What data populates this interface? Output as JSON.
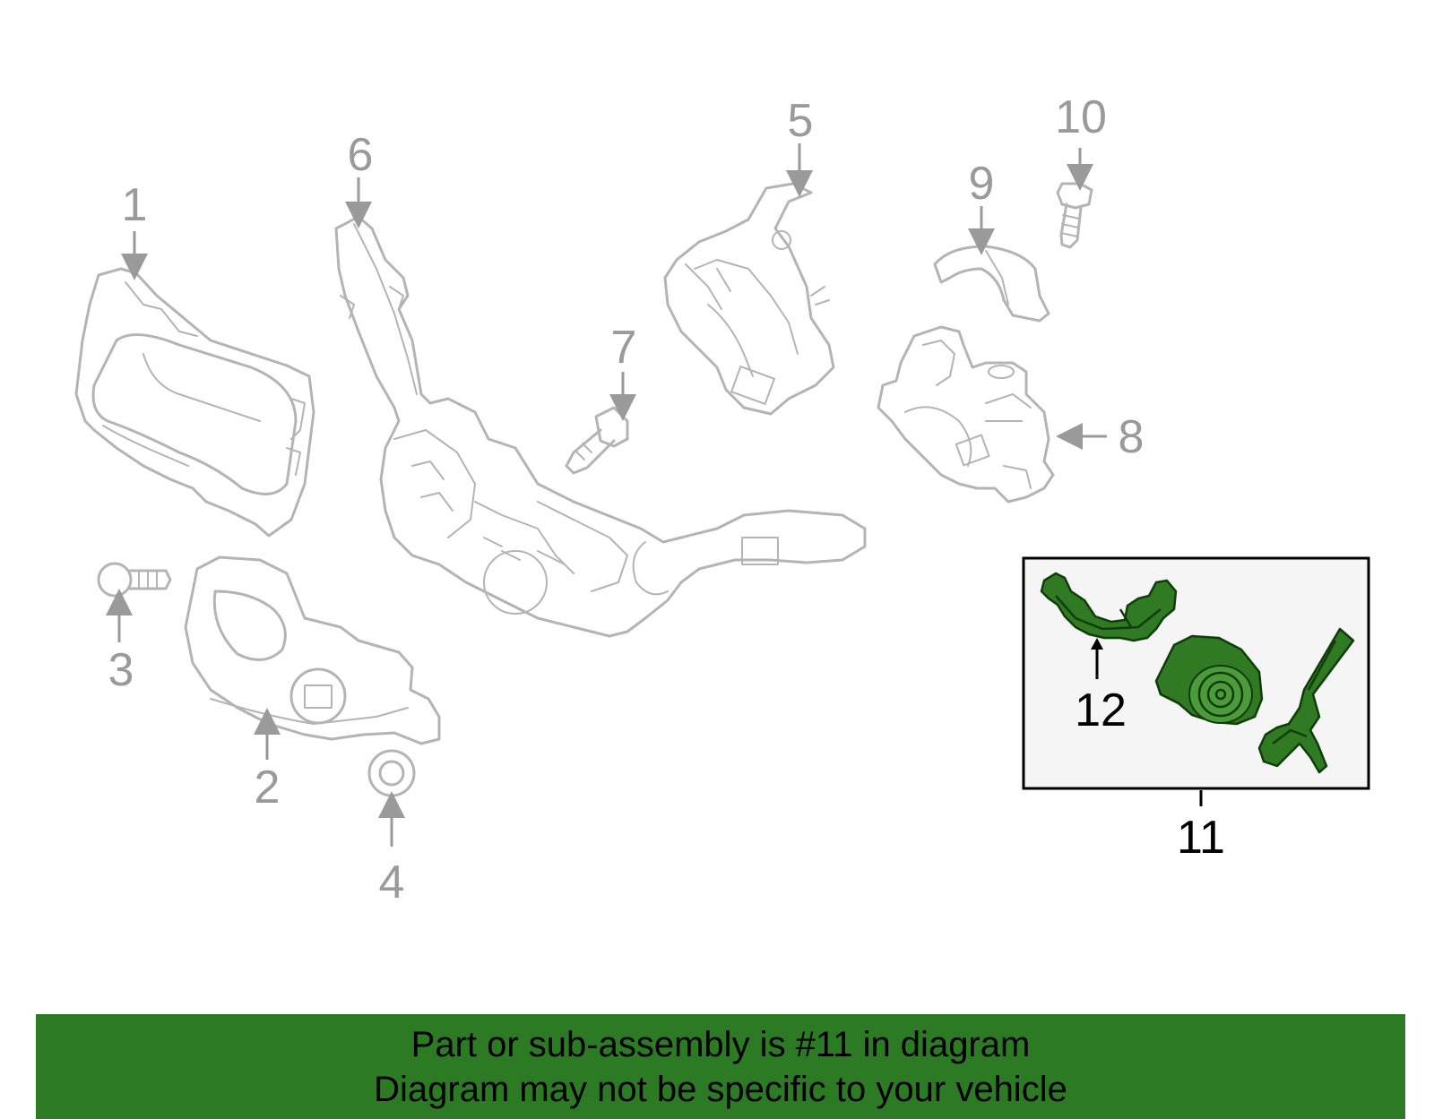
{
  "callouts": {
    "c1": "1",
    "c2": "2",
    "c3": "3",
    "c4": "4",
    "c5": "5",
    "c6": "6",
    "c7": "7",
    "c8": "8",
    "c9": "9",
    "c10": "10",
    "c11": "11",
    "c12": "12"
  },
  "highlight": {
    "callout": "11",
    "color": "#2c7a24"
  },
  "banner": {
    "line1": "Part or sub-assembly is #11 in diagram",
    "line2": "Diagram may not be specific to your vehicle"
  },
  "colors": {
    "part_outline": "#b4b4b4",
    "callout_gray": "#9a9a9a",
    "highlight_green": "#2c7a24",
    "inset_bg": "#f5f5f5"
  }
}
